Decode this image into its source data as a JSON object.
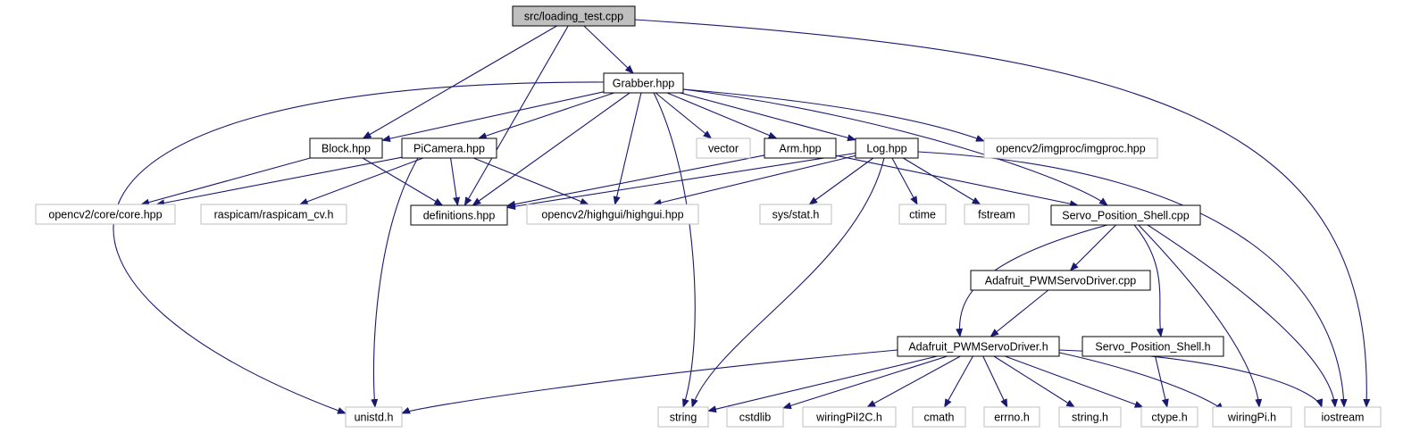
{
  "colors": {
    "edge": "#191970",
    "root_fill": "#bfbfbf",
    "internal_border": "#000000",
    "external_border": "#bfbfbf",
    "background": "#ffffff"
  },
  "nodes": [
    {
      "id": "root",
      "label": "src/loading_test.cpp",
      "kind": "root"
    },
    {
      "id": "grabber",
      "label": "Grabber.hpp",
      "kind": "internal"
    },
    {
      "id": "block",
      "label": "Block.hpp",
      "kind": "internal"
    },
    {
      "id": "picamera",
      "label": "PiCamera.hpp",
      "kind": "internal"
    },
    {
      "id": "vector",
      "label": "vector",
      "kind": "external"
    },
    {
      "id": "arm",
      "label": "Arm.hpp",
      "kind": "internal"
    },
    {
      "id": "log",
      "label": "Log.hpp",
      "kind": "internal"
    },
    {
      "id": "imgproc",
      "label": "opencv2/imgproc/imgproc.hpp",
      "kind": "external"
    },
    {
      "id": "core",
      "label": "opencv2/core/core.hpp",
      "kind": "external"
    },
    {
      "id": "raspicam",
      "label": "raspicam/raspicam_cv.h",
      "kind": "external"
    },
    {
      "id": "definitions",
      "label": "definitions.hpp",
      "kind": "internal"
    },
    {
      "id": "highgui",
      "label": "opencv2/highgui/highgui.hpp",
      "kind": "external"
    },
    {
      "id": "sysstat",
      "label": "sys/stat.h",
      "kind": "external"
    },
    {
      "id": "ctime",
      "label": "ctime",
      "kind": "external"
    },
    {
      "id": "fstream",
      "label": "fstream",
      "kind": "external"
    },
    {
      "id": "servo_cpp",
      "label": "Servo_Position_Shell.cpp",
      "kind": "internal"
    },
    {
      "id": "pwm_cpp",
      "label": "Adafruit_PWMServoDriver.cpp",
      "kind": "internal"
    },
    {
      "id": "pwm_h",
      "label": "Adafruit_PWMServoDriver.h",
      "kind": "internal"
    },
    {
      "id": "servo_h",
      "label": "Servo_Position_Shell.h",
      "kind": "internal"
    },
    {
      "id": "unistd",
      "label": "unistd.h",
      "kind": "external"
    },
    {
      "id": "string",
      "label": "string",
      "kind": "external"
    },
    {
      "id": "cstdlib",
      "label": "cstdlib",
      "kind": "external"
    },
    {
      "id": "wiringpii2c",
      "label": "wiringPiI2C.h",
      "kind": "external"
    },
    {
      "id": "cmath",
      "label": "cmath",
      "kind": "external"
    },
    {
      "id": "errno",
      "label": "errno.h",
      "kind": "external"
    },
    {
      "id": "stringh",
      "label": "string.h",
      "kind": "external"
    },
    {
      "id": "ctype",
      "label": "ctype.h",
      "kind": "external"
    },
    {
      "id": "wiringpi",
      "label": "wiringPi.h",
      "kind": "external"
    },
    {
      "id": "iostream",
      "label": "iostream",
      "kind": "external"
    }
  ],
  "edges": [
    {
      "from": "root",
      "to": "grabber"
    },
    {
      "from": "root",
      "to": "block"
    },
    {
      "from": "root",
      "to": "definitions"
    },
    {
      "from": "root",
      "to": "iostream"
    },
    {
      "from": "grabber",
      "to": "block"
    },
    {
      "from": "grabber",
      "to": "picamera"
    },
    {
      "from": "grabber",
      "to": "vector"
    },
    {
      "from": "grabber",
      "to": "arm"
    },
    {
      "from": "grabber",
      "to": "log"
    },
    {
      "from": "grabber",
      "to": "imgproc"
    },
    {
      "from": "grabber",
      "to": "definitions"
    },
    {
      "from": "grabber",
      "to": "highgui"
    },
    {
      "from": "grabber",
      "to": "string"
    },
    {
      "from": "grabber",
      "to": "servo_cpp"
    },
    {
      "from": "grabber",
      "to": "unistd"
    },
    {
      "from": "block",
      "to": "core"
    },
    {
      "from": "block",
      "to": "definitions"
    },
    {
      "from": "picamera",
      "to": "core"
    },
    {
      "from": "picamera",
      "to": "raspicam"
    },
    {
      "from": "picamera",
      "to": "definitions"
    },
    {
      "from": "picamera",
      "to": "highgui"
    },
    {
      "from": "picamera",
      "to": "unistd"
    },
    {
      "from": "arm",
      "to": "definitions"
    },
    {
      "from": "arm",
      "to": "servo_cpp"
    },
    {
      "from": "log",
      "to": "definitions"
    },
    {
      "from": "log",
      "to": "highgui"
    },
    {
      "from": "log",
      "to": "sysstat"
    },
    {
      "from": "log",
      "to": "ctime"
    },
    {
      "from": "log",
      "to": "fstream"
    },
    {
      "from": "log",
      "to": "string"
    },
    {
      "from": "log",
      "to": "iostream"
    },
    {
      "from": "servo_cpp",
      "to": "pwm_cpp"
    },
    {
      "from": "servo_cpp",
      "to": "pwm_h"
    },
    {
      "from": "servo_cpp",
      "to": "servo_h"
    },
    {
      "from": "servo_cpp",
      "to": "wiringpi"
    },
    {
      "from": "servo_cpp",
      "to": "iostream"
    },
    {
      "from": "pwm_cpp",
      "to": "pwm_h"
    },
    {
      "from": "servo_h",
      "to": "ctype"
    },
    {
      "from": "pwm_h",
      "to": "unistd"
    },
    {
      "from": "pwm_h",
      "to": "string"
    },
    {
      "from": "pwm_h",
      "to": "cstdlib"
    },
    {
      "from": "pwm_h",
      "to": "wiringpii2c"
    },
    {
      "from": "pwm_h",
      "to": "cmath"
    },
    {
      "from": "pwm_h",
      "to": "errno"
    },
    {
      "from": "pwm_h",
      "to": "stringh"
    },
    {
      "from": "pwm_h",
      "to": "ctype"
    },
    {
      "from": "pwm_h",
      "to": "wiringpi"
    },
    {
      "from": "pwm_h",
      "to": "iostream"
    }
  ]
}
